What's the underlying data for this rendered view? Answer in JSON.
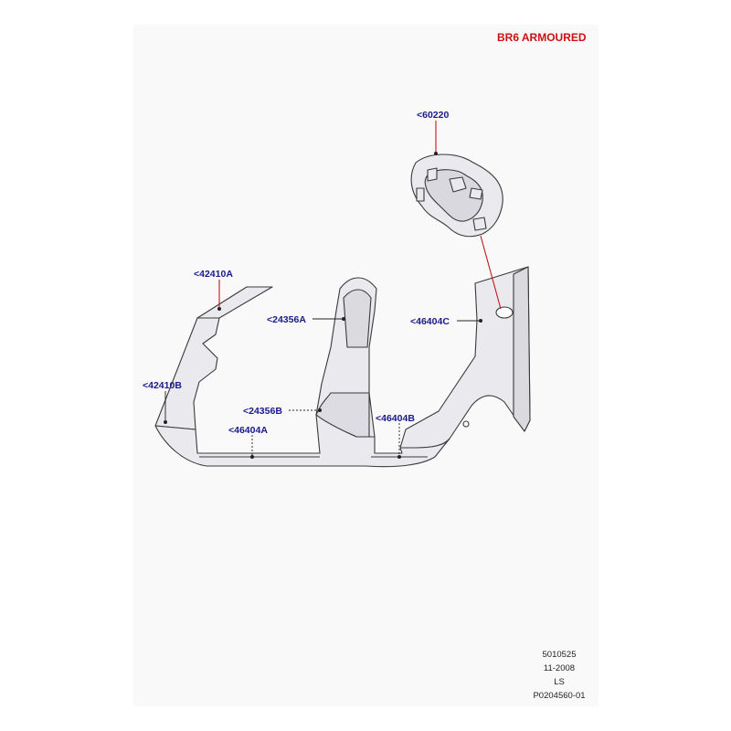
{
  "variant_label": "BR6 ARMOURED",
  "colors": {
    "variant": "#cc1111",
    "callout_text": "#1a1a8c",
    "leader": "#c0181b",
    "part_fill": "#e9e9ee",
    "part_stroke": "#3a3a3a"
  },
  "callouts": {
    "c60220": "<60220",
    "c42410A": "<42410A",
    "c24356A": "<24356A",
    "c46404C": "<46404C",
    "c42410B": "<42410B",
    "c24356B": "<24356B",
    "c46404A": "<46404A",
    "c46404B": "<46404B"
  },
  "footer": {
    "code": "5010525",
    "date": "11-2008",
    "model": "LS",
    "part_ref": "P0204560-01"
  }
}
